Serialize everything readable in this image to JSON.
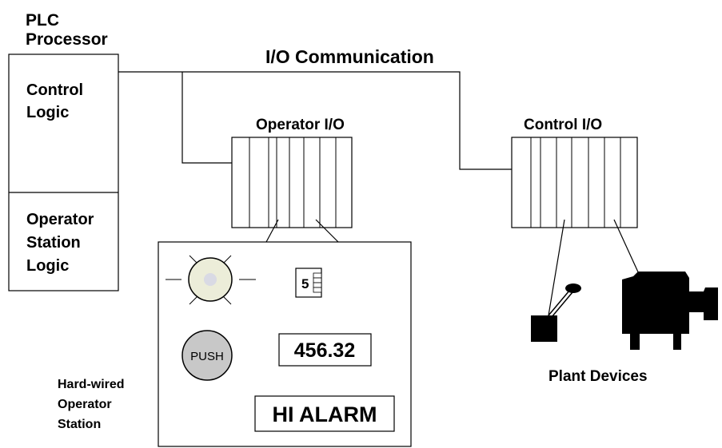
{
  "plc": {
    "title_line1": "PLC",
    "title_line2": "Processor",
    "control_logic_line1": "Control",
    "control_logic_line2": "Logic",
    "operator_logic_line1": "Operator",
    "operator_logic_line2": "Station",
    "operator_logic_line3": "Logic"
  },
  "bus": {
    "label": "I/O Communication"
  },
  "operator_io": {
    "label": "Operator I/O"
  },
  "control_io": {
    "label": "Control I/O"
  },
  "station": {
    "label_line1": "Hard-wired",
    "label_line2": "Operator",
    "label_line3": "Station",
    "thumbwheel_value": "5",
    "push_label": "PUSH",
    "display_value": "456.32",
    "alarm_text": "HI ALARM"
  },
  "plant": {
    "label": "Plant Devices"
  },
  "colors": {
    "line": "#000000",
    "pilot_light": "#ecedd9",
    "push_button": "#c8c8c8"
  },
  "icons": [
    "pilot-light-icon",
    "push-button-icon",
    "thumbwheel-icon",
    "sensor-icon",
    "motor-icon"
  ]
}
